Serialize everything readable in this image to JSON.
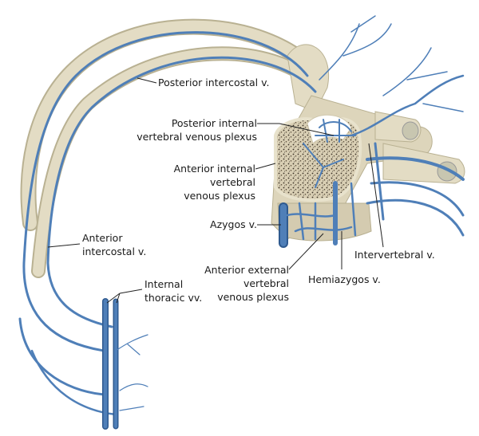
{
  "labels": {
    "posterior_intercostal": "Posterior intercostal v.",
    "posterior_internal_plexus": [
      "Posterior internal",
      "vertebral venous plexus"
    ],
    "anterior_internal_plexus": [
      "Anterior internal",
      "vertebral",
      "venous plexus"
    ],
    "azygos": "Azygos v.",
    "anterior_external_plexus": [
      "Anterior external",
      "vertebral",
      "venous plexus"
    ],
    "hemiazygos": "Hemiazygos v.",
    "intervertebral": "Intervertebral v.",
    "anterior_intercostal": [
      "Anterior",
      "intercostal v."
    ],
    "internal_thoracic": [
      "Internal",
      "thoracic vv."
    ]
  },
  "colors": {
    "vein": "#4f7fb8",
    "vein_dark": "#2f5a8f",
    "bone": "#e3dcc4",
    "bone_shadow": "#b9b192",
    "leader": "#222222"
  }
}
